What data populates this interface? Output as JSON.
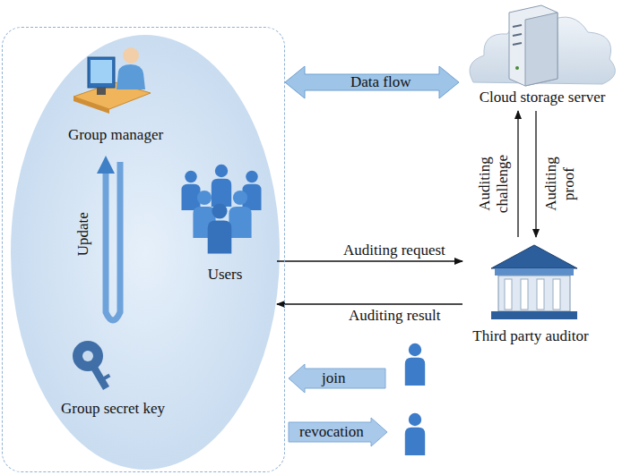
{
  "diagram": {
    "nodes": [
      {
        "text": []
      },
      {
        "text": [
          "Group manager"
        ],
        "in": 0
      },
      {
        "text": [
          "Group secret key"
        ],
        "in": 0
      },
      {
        "text": [
          "Users"
        ],
        "in": 0
      },
      {
        "text": [
          "Cloud storage server"
        ]
      },
      {
        "text": [
          "Third party auditor"
        ]
      }
    ],
    "edges": [
      {
        "from": 2,
        "to": 1,
        "label": "Update",
        "arrow": "to"
      },
      {
        "from": 0,
        "to": 4,
        "label": "Data flow",
        "arrow": "both"
      },
      {
        "from": 5,
        "to": 4,
        "label": "Auditing challenge",
        "arrow": "to"
      },
      {
        "from": 4,
        "to": 5,
        "label": "Auditing proof",
        "arrow": "to"
      },
      {
        "from": 3,
        "to": 5,
        "label": "Auditing request",
        "arrow": "to"
      },
      {
        "from": 5,
        "to": 3,
        "label": "Auditing result",
        "arrow": "to"
      }
    ],
    "labels": [
      "join",
      "revocation"
    ]
  }
}
